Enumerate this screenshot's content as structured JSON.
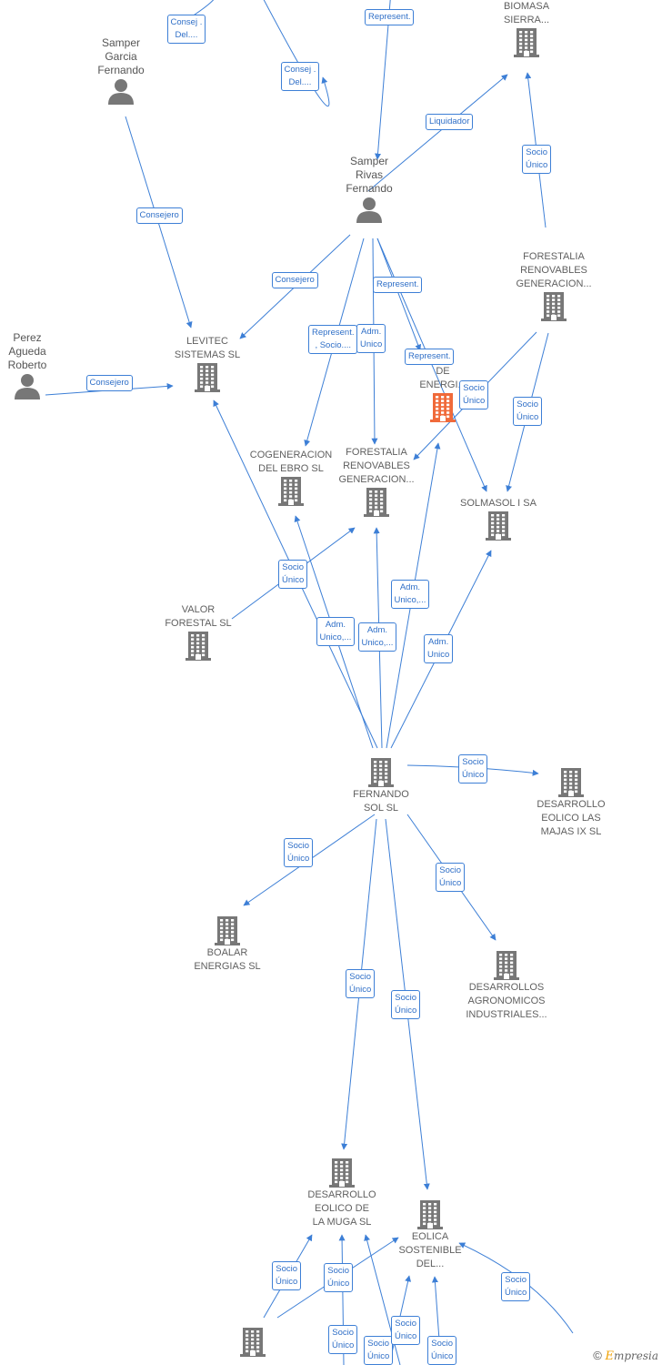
{
  "colors": {
    "edge": "#3d7fd6",
    "node": "#777777",
    "highlight": "#f06a3a"
  },
  "nodes": [
    {
      "id": "biomasa",
      "type": "company",
      "label": "CENTRAL DE\nBIOMASA\nSIERRA..."
    },
    {
      "id": "samper_garcia",
      "type": "person",
      "label": "Samper\nGarcia\nFernando"
    },
    {
      "id": "samper_rivas",
      "type": "person",
      "label": "Samper\nRivas\nFernando"
    },
    {
      "id": "forestalia_top",
      "type": "company",
      "label": "FORESTALIA\nRENOVABLES\nGENERACION..."
    },
    {
      "id": "perez",
      "type": "person",
      "label": "Perez\nAgueda\nRoberto"
    },
    {
      "id": "levitec",
      "type": "company",
      "label": "LEVITEC\nSISTEMAS SL"
    },
    {
      "id": "highlight",
      "type": "company",
      "label": "S\nDE\nENERGI...",
      "highlight": true
    },
    {
      "id": "cogeneracion",
      "type": "company",
      "label": "COGENERACION\nDEL EBRO SL"
    },
    {
      "id": "forestalia_mid",
      "type": "company",
      "label": "FORESTALIA\nRENOVABLES\nGENERACION..."
    },
    {
      "id": "solmasol",
      "type": "company",
      "label": "SOLMASOL I SA"
    },
    {
      "id": "valor",
      "type": "company",
      "label": "VALOR\nFORESTAL SL"
    },
    {
      "id": "fernando",
      "type": "company",
      "label": "FERNANDO\nSOL SL"
    },
    {
      "id": "majas",
      "type": "company",
      "label": "DESARROLLO\nEOLICO LAS\nMAJAS IX SL"
    },
    {
      "id": "boalar",
      "type": "company",
      "label": "BOALAR\nENERGIAS SL"
    },
    {
      "id": "agronomicos",
      "type": "company",
      "label": "DESARROLLOS\nAGRONOMICOS\nINDUSTRIALES..."
    },
    {
      "id": "muga",
      "type": "company",
      "label": "DESARROLLO\nEOLICO DE\nLA MUGA SL"
    },
    {
      "id": "eolica",
      "type": "company",
      "label": "EOLICA\nSOSTENIBLE\nDEL..."
    },
    {
      "id": "bottom_left",
      "type": "company",
      "label": ""
    }
  ],
  "edge_labels": [
    "Consej .\nDel....",
    "Represent.",
    "Consej .\nDel....",
    "Liquidador",
    "Socio\nÚnico",
    "Consejero",
    "Consejero",
    "Represent.",
    "Represent.\n, Socio....",
    "Adm.\nUnico",
    "Represent.",
    "Socio\nÚnico",
    "Consejero",
    "Socio\nÚnico",
    "Socio\nÚnico",
    "Adm.\nUnico,...",
    "Adm.\nUnico,...",
    "Adm.\nUnico,...",
    "Adm.\nUnico",
    "Socio\nÚnico",
    "Socio\nÚnico",
    "Socio\nÚnico",
    "Socio\nÚnico",
    "Socio\nÚnico",
    "Socio\nÚnico",
    "Socio\nÚnico",
    "Socio\nÚnico",
    "Socio\nÚnico",
    "Socio\nÚnico",
    "Socio\nÚnico",
    "Socio\nÚnico",
    "Socio\nÚnico"
  ],
  "watermark": {
    "symbol": "©",
    "brand_e": "E",
    "brand_rest": "mpresia"
  }
}
